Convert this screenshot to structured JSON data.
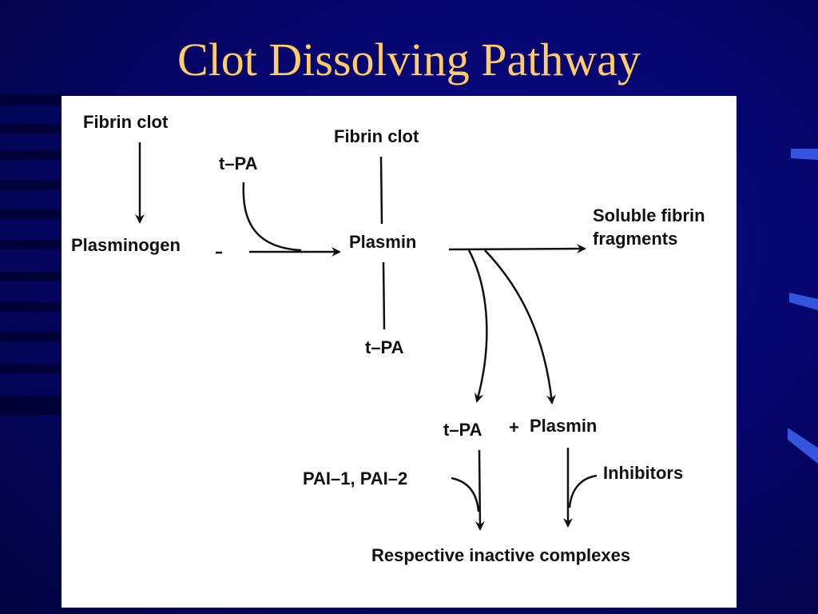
{
  "slide": {
    "title": "Clot Dissolving Pathway",
    "colors": {
      "background": "#060670",
      "title": "#ffcc66",
      "figure_bg": "#ffffff",
      "ink": "#111111"
    }
  },
  "diagram": {
    "labels": {
      "fibrin_clot_left": "Fibrin clot",
      "tpa_top": "t–PA",
      "fibrin_clot_center": "Fibrin clot",
      "plasminogen": "Plasminogen",
      "plasmin": "Plasmin",
      "soluble_fragments": "Soluble fibrin fragments",
      "tpa_mid": "t–PA",
      "tpa_bottom": "t–PA",
      "plus": "+",
      "plasmin_bottom": "Plasmin",
      "pai": "PAI–1, PAI–2",
      "inhibitors": "Inhibitors",
      "inactive_complexes": "Respective inactive complexes"
    }
  }
}
